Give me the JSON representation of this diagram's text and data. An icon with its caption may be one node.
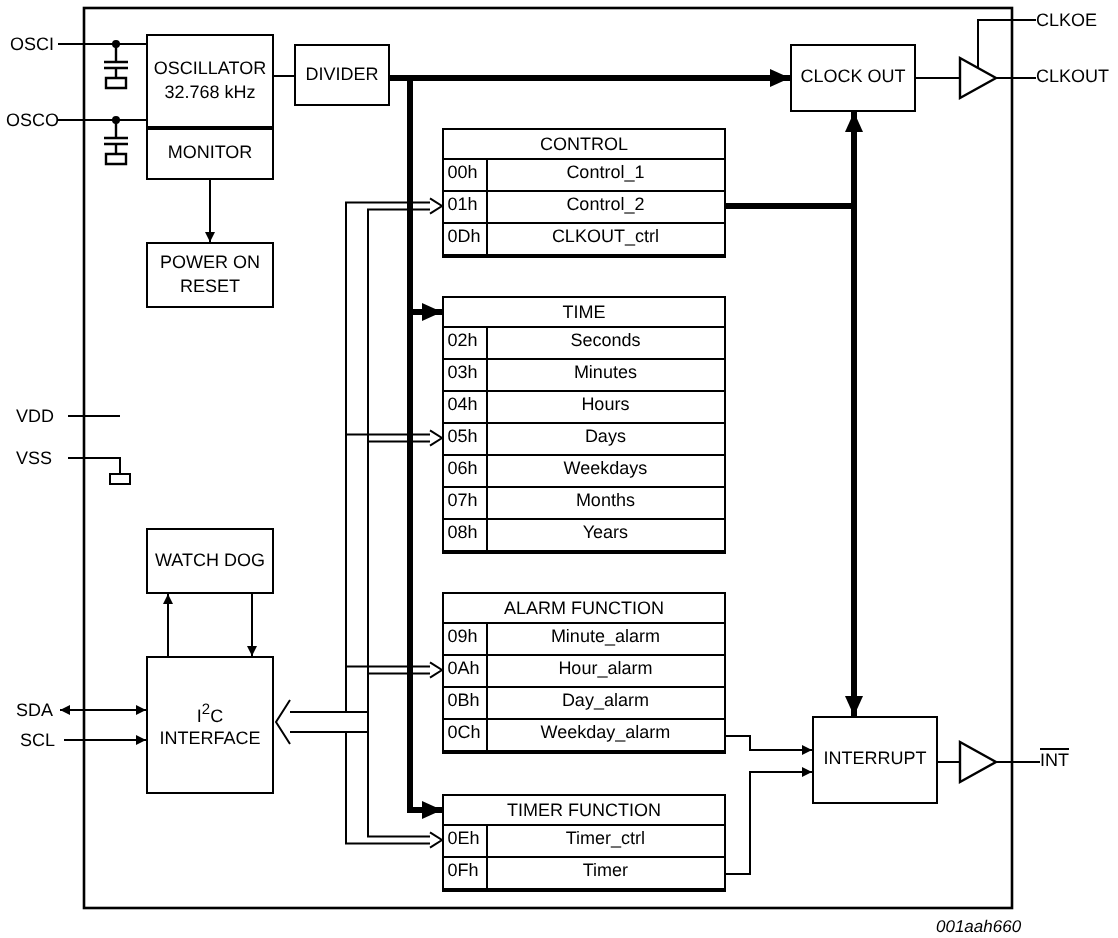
{
  "diagram": {
    "nodes": [
      {
        "text": [
          "OSCI"
        ]
      },
      {
        "text": [
          "OSCILLATOR 32.768 kHz"
        ]
      },
      {
        "text": [
          "DIVIDER"
        ]
      },
      {
        "text": [
          "OSCO"
        ]
      },
      {
        "text": [
          "MONITOR"
        ]
      },
      {
        "text": [
          "POWER ON RESET"
        ]
      },
      {
        "text": [
          "CLOCK OUT"
        ]
      },
      {
        "text": [
          "CLKOE"
        ]
      },
      {
        "text": [],
        "shape": "triangle"
      },
      {
        "text": [
          "CLKOUT"
        ]
      },
      {
        "text": [
          "CONTROL"
        ]
      },
      {
        "text": [
          "00h",
          "Control_1"
        ],
        "in": 10
      },
      {
        "text": [
          "01h",
          "Control_2"
        ],
        "in": 10
      },
      {
        "text": [
          "0Dh",
          "CLKOUT_ctrl"
        ],
        "in": 10
      },
      {
        "text": [
          "TIME"
        ]
      },
      {
        "text": [
          "02h",
          "Seconds"
        ],
        "in": 14
      },
      {
        "text": [
          "03h",
          "Minutes"
        ],
        "in": 14
      },
      {
        "text": [
          "04h",
          "Hours"
        ],
        "in": 14
      },
      {
        "text": [
          "05h",
          "Days"
        ],
        "in": 14
      },
      {
        "text": [
          "06h",
          "Weekdays"
        ],
        "in": 14
      },
      {
        "text": [
          "07h",
          "Months"
        ],
        "in": 14
      },
      {
        "text": [
          "08h",
          "Years"
        ],
        "in": 14
      },
      {
        "text": [
          "VDD"
        ]
      },
      {
        "text": [
          "VSS"
        ]
      },
      {
        "text": [
          "WATCH DOG"
        ]
      },
      {
        "text": [
          "ALARM FUNCTION"
        ]
      },
      {
        "text": [
          "09h",
          "Minute_alarm"
        ],
        "in": 25
      },
      {
        "text": [
          "0Ah",
          "Hour_alarm"
        ],
        "in": 25
      },
      {
        "text": [
          "0Bh",
          "Day_alarm"
        ],
        "in": 25
      },
      {
        "text": [
          "0Ch",
          "Weekday_alarm"
        ],
        "in": 25
      },
      {
        "text": [
          "SDA"
        ]
      },
      {
        "text": [
          "I$^{2}$C INTERFACE"
        ]
      },
      {
        "text": [
          "SCL"
        ]
      },
      {
        "text": [
          "INTERRUPT"
        ]
      },
      {
        "text": [],
        "shape": "triangle"
      },
      {
        "text": [
          "INT"
        ]
      },
      {
        "text": [
          "TIMER FUNCTION"
        ]
      },
      {
        "text": [
          "0Eh",
          "Timer_ctrl"
        ],
        "in": 36
      },
      {
        "text": [
          "0Fh",
          "Timer"
        ],
        "in": 36
      }
    ],
    "edges": [
      {
        "from": 0,
        "to": 1,
        "arrow": "none"
      },
      {
        "from": 3,
        "to": 1,
        "arrow": "none"
      },
      {
        "from": 1,
        "to": 2,
        "arrow": "none"
      },
      {
        "from": 4,
        "to": 5,
        "arrow": "to"
      },
      {
        "from": 2,
        "to": 6,
        "arrow": "to",
        "style": "thick"
      },
      {
        "from": 2,
        "to": 14,
        "arrow": "to",
        "style": "thick"
      },
      {
        "from": 2,
        "to": 36,
        "arrow": "to",
        "style": "thick"
      },
      {
        "from": 12,
        "to": 6,
        "arrow": "to",
        "style": "thick"
      },
      {
        "from": 12,
        "to": 33,
        "arrow": "to",
        "style": "thick"
      },
      {
        "from": 6,
        "to": 8,
        "arrow": "none"
      },
      {
        "from": 8,
        "to": 9,
        "arrow": "none"
      },
      {
        "from": 7,
        "to": 8,
        "arrow": "none"
      },
      {
        "from": 33,
        "to": 34,
        "arrow": "none"
      },
      {
        "from": 34,
        "to": 35,
        "arrow": "none"
      },
      {
        "from": 29,
        "to": 33,
        "arrow": "to"
      },
      {
        "from": 38,
        "to": 33,
        "arrow": "to"
      },
      {
        "from": 31,
        "to": 24,
        "arrow": "to"
      },
      {
        "from": 24,
        "to": 31,
        "arrow": "to"
      },
      {
        "from": 30,
        "to": 31,
        "arrow": "both"
      },
      {
        "from": 32,
        "to": 31,
        "arrow": "to"
      },
      {
        "from": 31,
        "to": 12,
        "arrow": "both"
      },
      {
        "from": 31,
        "to": 18,
        "arrow": "both"
      },
      {
        "from": 31,
        "to": 27,
        "arrow": "both"
      },
      {
        "from": 31,
        "to": 37,
        "arrow": "both"
      }
    ],
    "labels": [
      "001aah660"
    ]
  }
}
